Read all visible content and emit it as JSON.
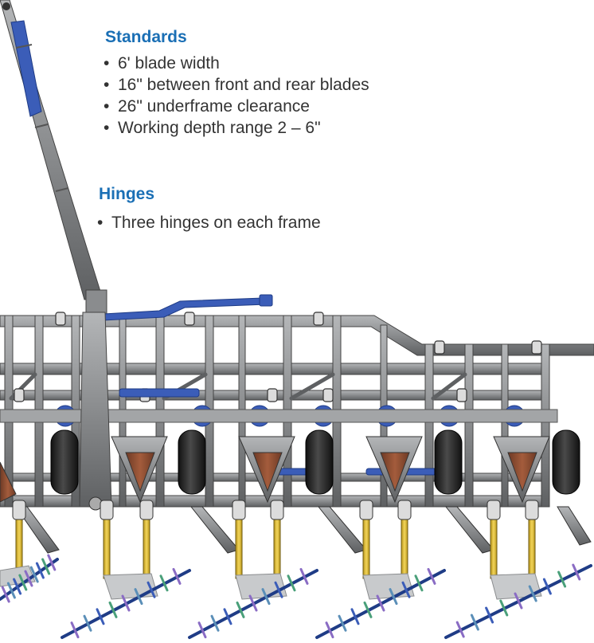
{
  "standards": {
    "heading": "Standards",
    "items": [
      "6' blade width",
      "16\" between front and rear blades",
      "26\" underframe clearance",
      "Working depth range 2 – 6\""
    ]
  },
  "hinges": {
    "heading": "Hinges",
    "items": [
      "Three hinges on each frame"
    ]
  },
  "colors": {
    "heading": "#1a6fb5",
    "text": "#333333",
    "frame": "#8a8c8e",
    "frame_dark": "#4a4c4e",
    "hydraulic": "#3b5db8",
    "tire": "#2a2a2a",
    "shank": "#e2c23a",
    "wedge": "#8a4a30"
  },
  "illustration": {
    "subject": "tillage-implement-frame"
  }
}
